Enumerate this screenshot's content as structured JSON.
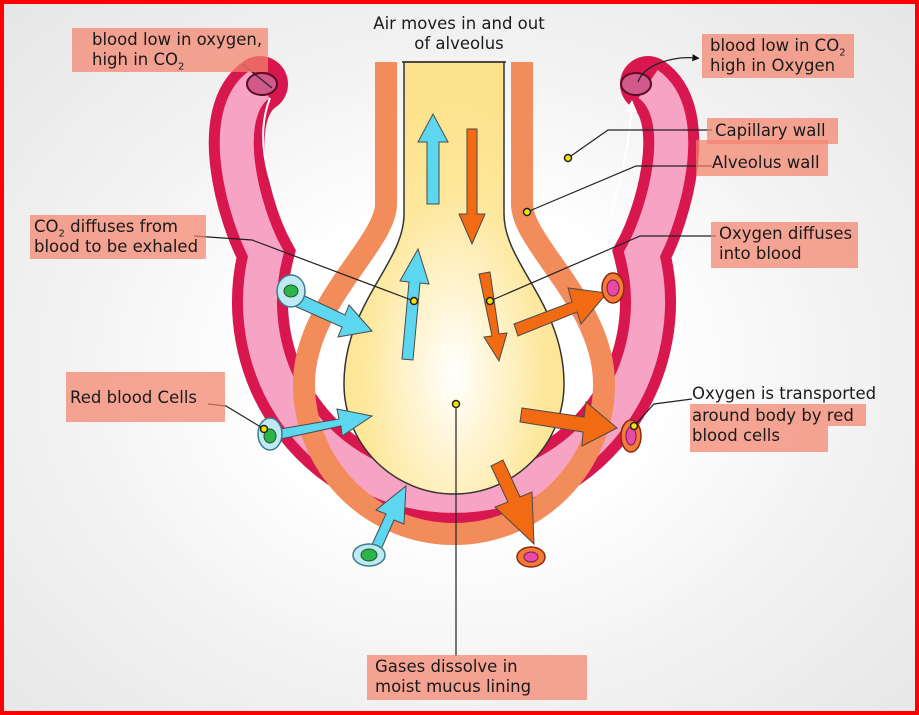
{
  "labels": {
    "air": [
      "Air moves in and out",
      "of alveolus"
    ],
    "blood_in": [
      "blood low in oxygen,",
      "high in CO",
      "2"
    ],
    "blood_out": [
      "blood low in CO",
      "2",
      "high in Oxygen"
    ],
    "capillary_wall": "Capillary wall",
    "alveolus_wall": "Alveolus wall",
    "co2_diffuses": [
      "CO",
      "2",
      " diffuses from",
      "blood to be exhaled"
    ],
    "oxygen_diffuses": [
      "Oxygen diffuses",
      "into blood"
    ],
    "red_blood_cells": "Red blood Cells",
    "oxygen_transported": [
      "Oxygen is transported",
      "around body by red",
      "blood cells"
    ],
    "gases_dissolve": [
      "Gases dissolve in",
      "moist mucus lining"
    ]
  },
  "colors": {
    "frame_border": "#ff0000",
    "capillary_outer": "#d8174f",
    "capillary_inner": "#f7a3c4",
    "alveolus_wall": "#f28c5a",
    "alveolus_air": "#fde79a",
    "co2_arrow": "#5dd6f0",
    "o2_arrow": "#f26a12",
    "highlight": "#f4846e"
  },
  "icons": {
    "arrow_co2": "cyan-arrow-icon",
    "arrow_o2": "orange-arrow-icon",
    "rbc_deoxygenated": "green-red-blood-cell-icon",
    "rbc_oxygenated": "pink-red-blood-cell-icon"
  }
}
